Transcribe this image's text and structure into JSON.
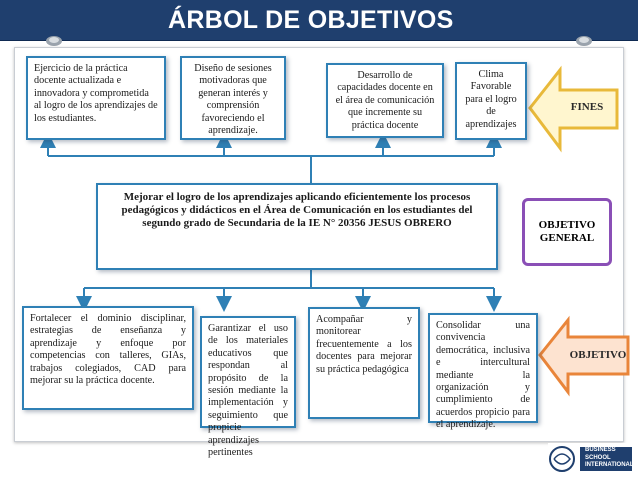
{
  "title": "ÁRBOL DE OBJETIVOS",
  "fines": {
    "label": "FINES",
    "items": [
      "Ejercicio de la práctica docente actualizada e innovadora y comprometida al logro de los aprendizajes de los estudiantes.",
      "Diseño de sesiones motivadoras que generan interés y comprensión favoreciendo el aprendizaje.",
      "Desarrollo de capacidades docente en el área de comunicación que incremente su práctica docente",
      "Clima Favorable para el logro de aprendizajes"
    ]
  },
  "general": {
    "label": "OBJETIVO GENERAL",
    "text": "Mejorar el logro de los aprendizajes aplicando eficientemente los procesos pedagógicos y didácticos en el Área de Comunicación en los estudiantes del segundo grado de Secundaria de la IE N° 20356 JESUS OBRERO"
  },
  "objetivos": {
    "label": "OBJETIVO",
    "items": [
      "Fortalecer el dominio disciplinar, estrategias de enseñanza y aprendizaje y enfoque por competencias con talleres, GIAs, trabajos colegiados, CAD para mejorar su la práctica docente.",
      "Garantizar el uso de los materiales educativos que respondan al propósito de la sesión mediante la implementación y seguimiento que propicie aprendizajes pertinentes",
      "Acompañar y monitorear frecuentemente a los docentes para mejorar su práctica pedagógica",
      "Consolidar una convivencia democrática, inclusiva e intercultural mediante la organización y cumplimiento de acuerdos propicio para el aprendizaje."
    ]
  },
  "logo": {
    "lines": [
      "BUSINESS",
      "SCHOOL",
      "INTERNATIONAL"
    ]
  },
  "colors": {
    "title_bar": "#1f3f6e",
    "box_border": "#2f80b5",
    "connector": "#2f80b5",
    "general_label_border": "#8a4fb6",
    "fines_arrow_fill": "#fff6cf",
    "fines_arrow_stroke": "#e8b93a",
    "objetivo_arrow_fill": "#fde3d0",
    "objetivo_arrow_stroke": "#e9853a"
  }
}
